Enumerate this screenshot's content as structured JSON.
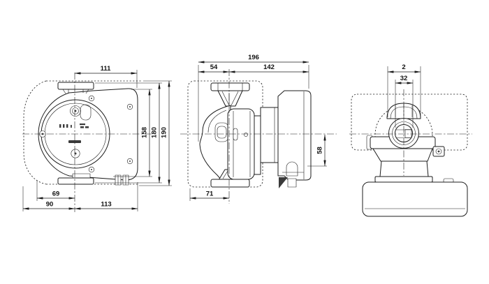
{
  "drawing": {
    "type": "pump-dimensional-drawing",
    "colors": {
      "line": "#1c1c1c",
      "background": "#ffffff"
    }
  },
  "views": {
    "front": {
      "dims": {
        "top_width": "111",
        "box_height": "158",
        "flange_height": "180",
        "overall_height": "190",
        "foot_offset": "69",
        "left_width": "90",
        "right_width": "113"
      }
    },
    "side": {
      "dims": {
        "overall_depth": "196",
        "front_depth": "54",
        "rear_depth": "142",
        "axis_to_bottom": "58",
        "front_width": "71"
      }
    },
    "end": {
      "dims": {
        "thread": "2",
        "bore": "32"
      }
    }
  }
}
